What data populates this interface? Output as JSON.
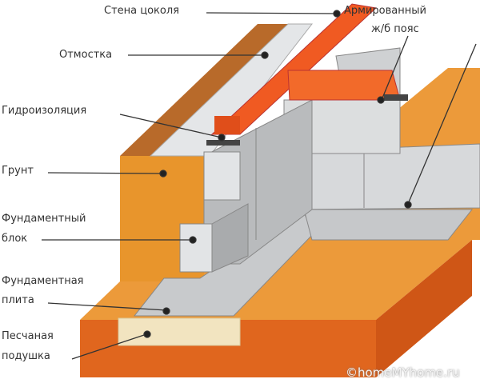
{
  "labels": {
    "plinth_wall": "Стена цоколя",
    "reinforced_belt_line1": "Армированный",
    "reinforced_belt_line2": "ж/б пояс",
    "blind_area": "Отмостка",
    "waterproofing": "Гидроизоляция",
    "soil": "Грунт",
    "foundation_block_line1": "Фундаментный",
    "foundation_block_line2": "блок",
    "foundation_slab_line1": "Фундаментная",
    "foundation_slab_line2": "плита",
    "sand_cushion_line1": "Песчаная",
    "sand_cushion_line2": "подушка"
  },
  "watermark": "©homeMYhome.ru",
  "colors": {
    "soil_front": "#e0661e",
    "soil_top": "#ec9a3a",
    "soil_strip": "#b86a2a",
    "brick": "#f05a22",
    "block": "#d4d6d8",
    "sand": "#f2e4c0"
  }
}
